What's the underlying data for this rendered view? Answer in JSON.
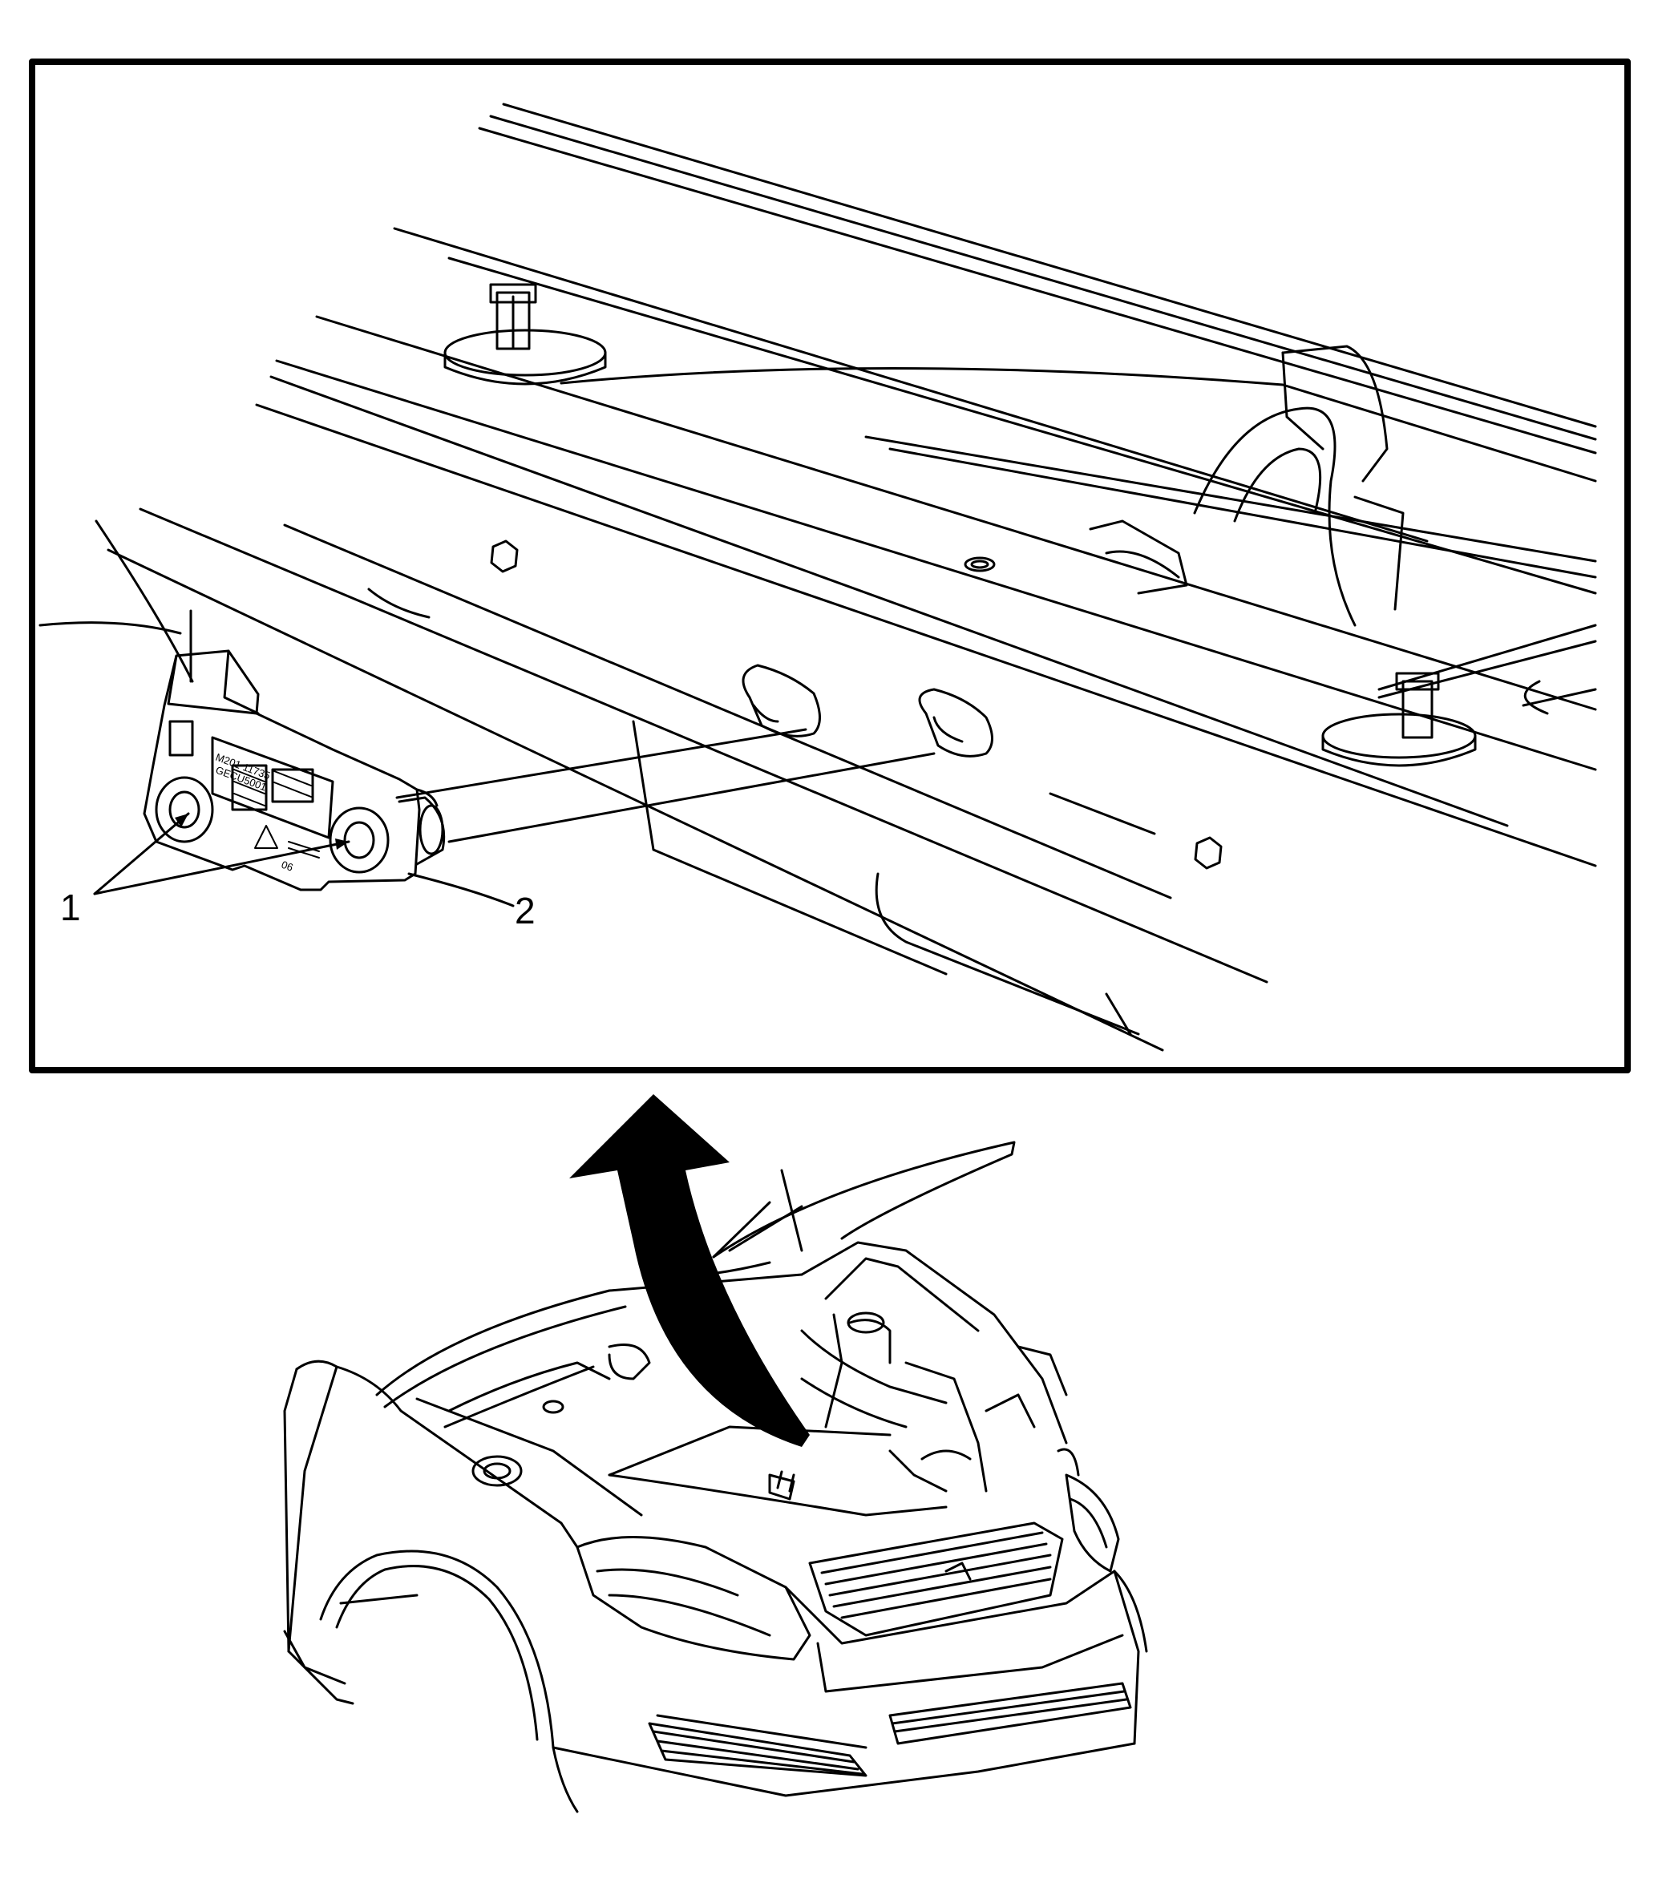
{
  "figure": {
    "callouts": [
      {
        "number": "1"
      },
      {
        "number": "2"
      }
    ],
    "sensor_label_lines": [
      "M201 11735",
      "GECU5001"
    ],
    "sensor_label_code": "06",
    "line_color": "#000000",
    "background_color": "#ffffff",
    "arrow_color": "#000000"
  }
}
